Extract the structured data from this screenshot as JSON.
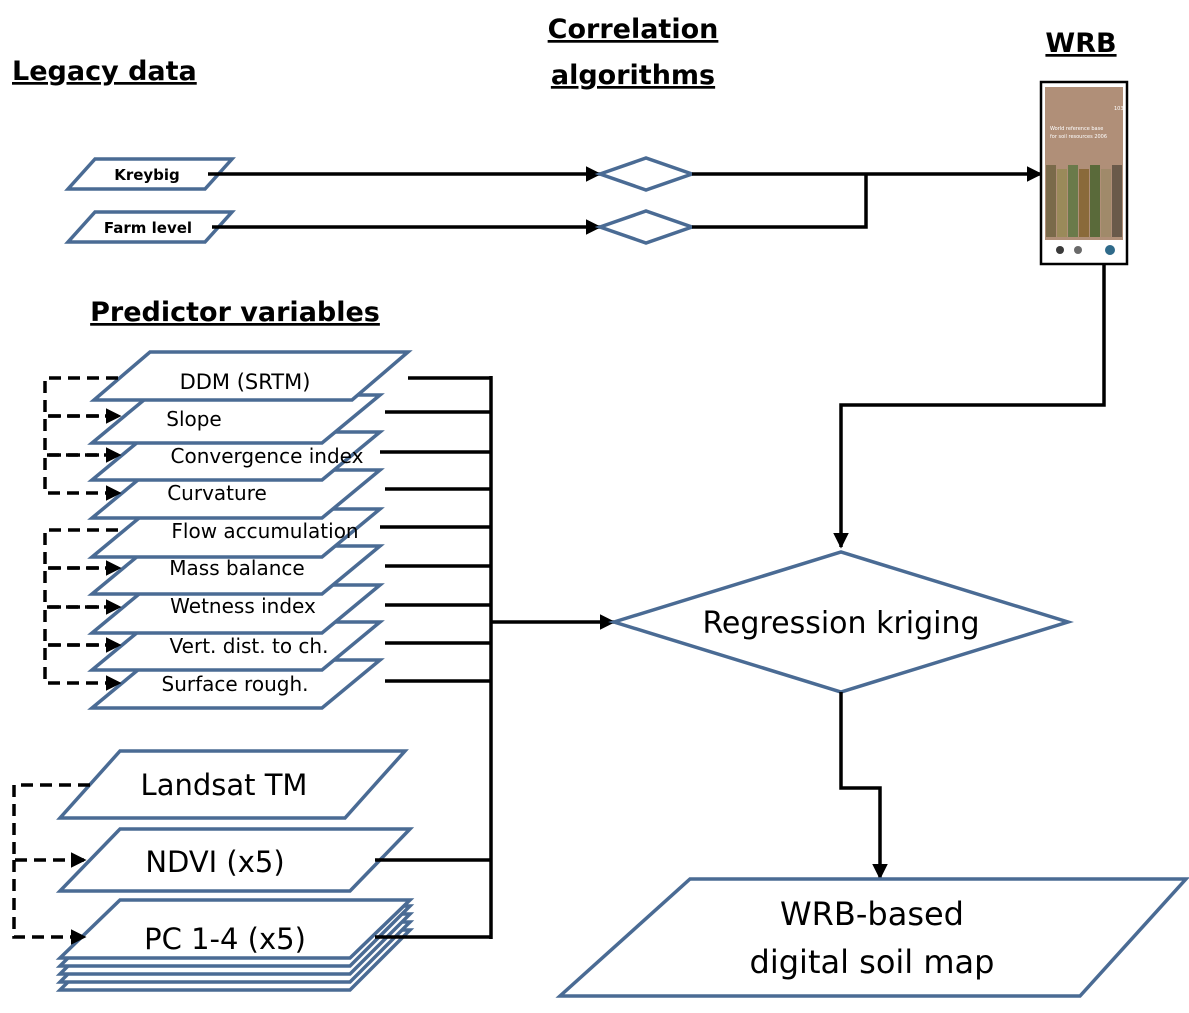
{
  "headings": {
    "legacy": "Legacy data",
    "correlation_1": "Correlation",
    "correlation_2": "algorithms",
    "wrb": "WRB",
    "predictors": "Predictor variables"
  },
  "legacy_inputs": [
    "Kreybig",
    "Farm level"
  ],
  "predictor_layers": [
    "DDM (SRTM)",
    "Slope",
    "Convergence index",
    "Curvature",
    "Flow accumulation",
    "Mass balance",
    "Wetness index",
    "Vert. dist. to ch.",
    "Surface rough."
  ],
  "remote_sensing": [
    "Landsat TM",
    "NDVI (x5)",
    "PC 1-4 (x5)"
  ],
  "process": "Regression kriging",
  "output": [
    "WRB-based",
    "digital soil map"
  ],
  "wrb_cover": {
    "title_lines": [
      "World reference base",
      "for soil resources 2006"
    ],
    "number": "103",
    "background_color": "#b08f78",
    "image_colors": [
      "#7a6a4a",
      "#9a8a5a",
      "#6a7a4a",
      "#8a6a3a",
      "#5a6a3a",
      "#a08a6a",
      "#6a5a4a"
    ]
  },
  "colors": {
    "shape_stroke": "#4a6b94",
    "line": "#000000"
  }
}
